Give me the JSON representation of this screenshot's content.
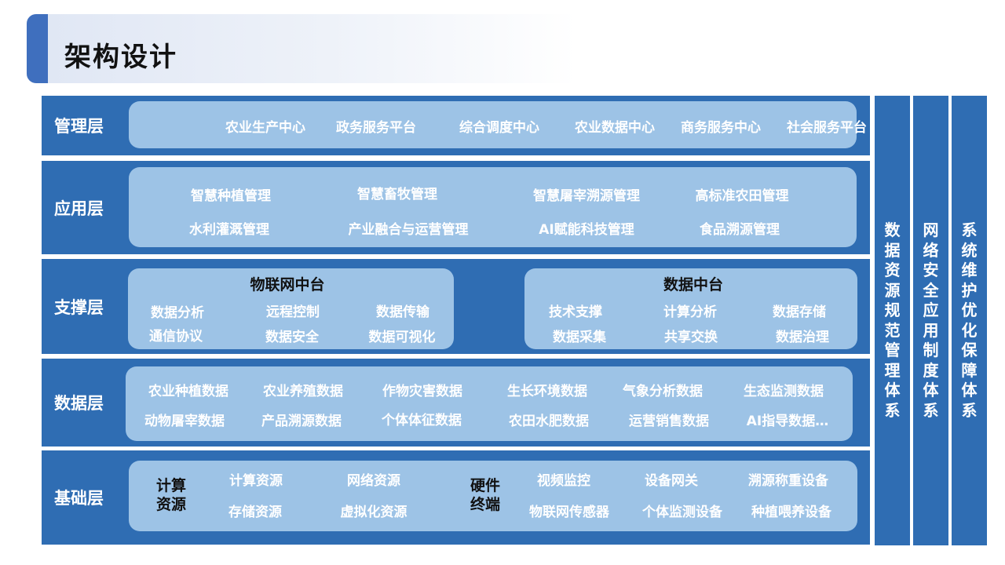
{
  "title": "架构设计",
  "layers": {
    "management": {
      "label": "管理层",
      "items": [
        "农业生产中心",
        "政务服务平台",
        "综合调度中心",
        "农业数据中心",
        "商务服务中心",
        "社会服务平台"
      ]
    },
    "application": {
      "label": "应用层",
      "row1": [
        "智慧种植管理",
        "智慧畜牧管理",
        "智慧屠宰溯源管理",
        "高标准农田管理"
      ],
      "row2": [
        "水利灌溉管理",
        "产业融合与运营管理",
        "AI赋能科技管理",
        "食品溯源管理"
      ]
    },
    "support": {
      "label": "支撑层",
      "iot": {
        "title": "物联网中台",
        "row1": [
          "数据分析",
          "远程控制",
          "数据传输"
        ],
        "row2": [
          "通信协议",
          "数据安全",
          "数据可视化"
        ]
      },
      "data": {
        "title": "数据中台",
        "row1": [
          "技术支撑",
          "计算分析",
          "数据存储"
        ],
        "row2": [
          "数据采集",
          "共享交换",
          "数据治理"
        ]
      }
    },
    "data": {
      "label": "数据层",
      "row1": [
        "农业种植数据",
        "农业养殖数据",
        "作物灾害数据",
        "生长环境数据",
        "气象分析数据",
        "生态监测数据"
      ],
      "row2": [
        "动物屠宰数据",
        "产品溯源数据",
        "个体体征数据",
        "农田水肥数据",
        "运营销售数据",
        "AI指导数据…"
      ]
    },
    "foundation": {
      "label": "基础层",
      "compute_label": "计算\n资源",
      "compute_row1": [
        "计算资源",
        "网络资源"
      ],
      "compute_row2": [
        "存储资源",
        "虚拟化资源"
      ],
      "hardware_label": "硬件\n终端",
      "hardware_row1": [
        "视频监控",
        "设备网关",
        "溯源称重设备"
      ],
      "hardware_row2": [
        "物联网传感器",
        "个体监测设备",
        "种植喂养设备"
      ]
    }
  },
  "side_columns": [
    "数据资源规范管理体系",
    "网络安全应用制度体系",
    "系统维护优化保障体系"
  ],
  "colors": {
    "layer_bg": "#2f6db3",
    "panel_bg": "#9dc3e6",
    "accent": "#3f6fbe"
  }
}
